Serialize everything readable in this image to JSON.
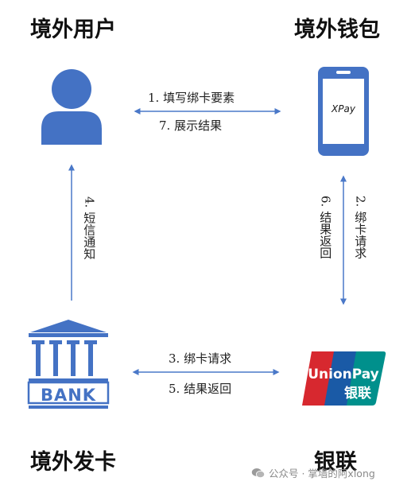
{
  "nodes": {
    "overseas_user": "境外用户",
    "overseas_wallet": "境外钱包",
    "overseas_issuer": "境外发卡",
    "unionpay": "银联"
  },
  "flows": {
    "step1": "1. 填写绑卡要素",
    "step7": "7. 展示结果",
    "step2": "2. 绑卡请求",
    "step6": "6. 结果返回",
    "step4": "4. 短信通知",
    "step3": "3. 绑卡请求",
    "step5": "5. 结果返回"
  },
  "phone_screen_text": "XPay",
  "bank_icon_text": "BANK",
  "unionpay_logo": {
    "text": "UnionPay",
    "cn": "银联"
  },
  "watermark": "公众号 · 掌墙的阿xiong",
  "colors": {
    "blue": "#4472c4",
    "arrow": "#4a78c8",
    "unionpay_red": "#d7282f",
    "unionpay_blue": "#1a5aa6",
    "unionpay_teal": "#00908c"
  }
}
